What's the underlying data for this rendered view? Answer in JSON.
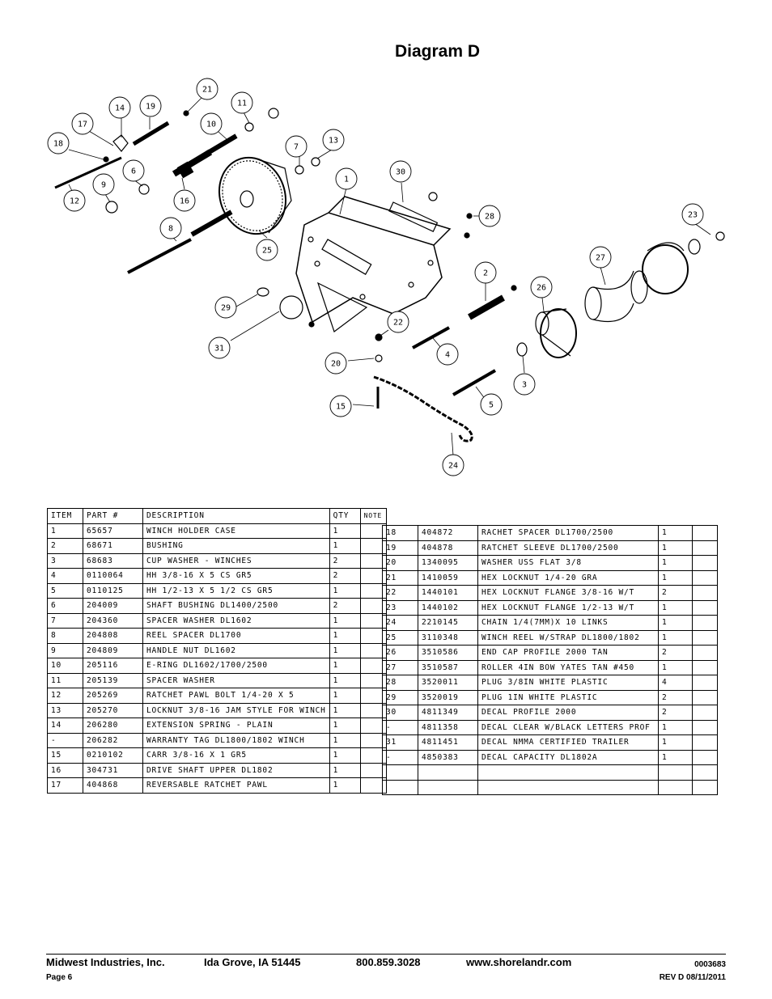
{
  "title": "Diagram D",
  "callouts": [
    "21",
    "14",
    "19",
    "11",
    "17",
    "10",
    "18",
    "7",
    "13",
    "6",
    "9",
    "12",
    "16",
    "1",
    "30",
    "8",
    "28",
    "23",
    "25",
    "27",
    "29",
    "2",
    "26",
    "31",
    "22",
    "4",
    "20",
    "3",
    "5",
    "15",
    "24"
  ],
  "table_left": {
    "headers": [
      "ITEM",
      "PART #",
      "DESCRIPTION",
      "QTY",
      "NOTE"
    ],
    "rows": [
      [
        "1",
        "65657",
        "WINCH HOLDER CASE",
        "1",
        ""
      ],
      [
        "2",
        "68671",
        "BUSHING",
        "1",
        ""
      ],
      [
        "3",
        "68683",
        "CUP WASHER - WINCHES",
        "2",
        ""
      ],
      [
        "4",
        "0110064",
        "HH 3/8-16 X 5 CS GR5",
        "2",
        ""
      ],
      [
        "5",
        "0110125",
        "HH 1/2-13 X 5 1/2 CS GR5",
        "1",
        ""
      ],
      [
        "6",
        "204009",
        "SHAFT BUSHING  DL1400/2500",
        "2",
        ""
      ],
      [
        "7",
        "204360",
        "SPACER WASHER  DL1602",
        "1",
        ""
      ],
      [
        "8",
        "204808",
        "REEL SPACER  DL1700",
        "1",
        ""
      ],
      [
        "9",
        "204809",
        "HANDLE NUT  DL1602",
        "1",
        ""
      ],
      [
        "10",
        "205116",
        "E-RING DL1602/1700/2500",
        "1",
        ""
      ],
      [
        "11",
        "205139",
        "SPACER WASHER",
        "1",
        ""
      ],
      [
        "12",
        "205269",
        "RATCHET PAWL BOLT 1/4-20 X 5",
        "1",
        ""
      ],
      [
        "13",
        "205270",
        "LOCKNUT 3/8-16 JAM STYLE FOR WINCH",
        "1",
        ""
      ],
      [
        "14",
        "206280",
        "EXTENSION SPRING - PLAIN",
        "1",
        ""
      ],
      [
        "-",
        "206282",
        "WARRANTY TAG DL1800/1802 WINCH",
        "1",
        ""
      ],
      [
        "15",
        "0210102",
        "CARR 3/8-16 X 1 GR5",
        "1",
        ""
      ],
      [
        "16",
        "304731",
        "DRIVE SHAFT UPPER  DL1802",
        "1",
        ""
      ],
      [
        "17",
        "404868",
        "REVERSABLE RATCHET PAWL",
        "1",
        ""
      ]
    ]
  },
  "table_right": {
    "rows": [
      [
        "18",
        "404872",
        "RACHET SPACER  DL1700/2500",
        "1",
        ""
      ],
      [
        "19",
        "404878",
        "RATCHET SLEEVE  DL1700/2500",
        "1",
        ""
      ],
      [
        "20",
        "1340095",
        "WASHER USS FLAT 3/8",
        "1",
        ""
      ],
      [
        "21",
        "1410059",
        "HEX LOCKNUT 1/4-20 GRA",
        "1",
        ""
      ],
      [
        "22",
        "1440101",
        "HEX LOCKNUT FLANGE 3/8-16 W/T",
        "2",
        ""
      ],
      [
        "23",
        "1440102",
        "HEX LOCKNUT FLANGE 1/2-13 W/T",
        "1",
        ""
      ],
      [
        "24",
        "2210145",
        "CHAIN 1/4(7MM)X 10 LINKS",
        "1",
        ""
      ],
      [
        "25",
        "3110348",
        "WINCH REEL W/STRAP  DL1800/1802",
        "1",
        ""
      ],
      [
        "26",
        "3510586",
        "END CAP PROFILE 2000 TAN",
        "2",
        ""
      ],
      [
        "27",
        "3510587",
        "ROLLER 4IN BOW YATES TAN #450",
        "1",
        ""
      ],
      [
        "28",
        "3520011",
        "PLUG  3/8IN WHITE PLASTIC",
        "4",
        ""
      ],
      [
        "29",
        "3520019",
        "PLUG  1IN WHITE PLASTIC",
        "2",
        ""
      ],
      [
        "30",
        "4811349",
        "DECAL PROFILE 2000",
        "2",
        ""
      ],
      [
        "-",
        "4811358",
        "DECAL CLEAR W/BLACK LETTERS PROF",
        "1",
        ""
      ],
      [
        "31",
        "4811451",
        "DECAL NMMA CERTIFIED TRAILER",
        "1",
        ""
      ],
      [
        "-",
        "4850383",
        "DECAL CAPACITY DL1802A",
        "1",
        ""
      ],
      [
        "",
        "",
        "",
        "",
        ""
      ],
      [
        "",
        "",
        "",
        "",
        ""
      ]
    ]
  },
  "footer": {
    "company": "Midwest Industries, Inc.",
    "city": "Ida Grove, IA  51445",
    "phone": "800.859.3028",
    "website": "www.shorelandr.com",
    "doc_number": "0003683",
    "page": "Page 6",
    "revision": "REV D  08/11/2011"
  }
}
